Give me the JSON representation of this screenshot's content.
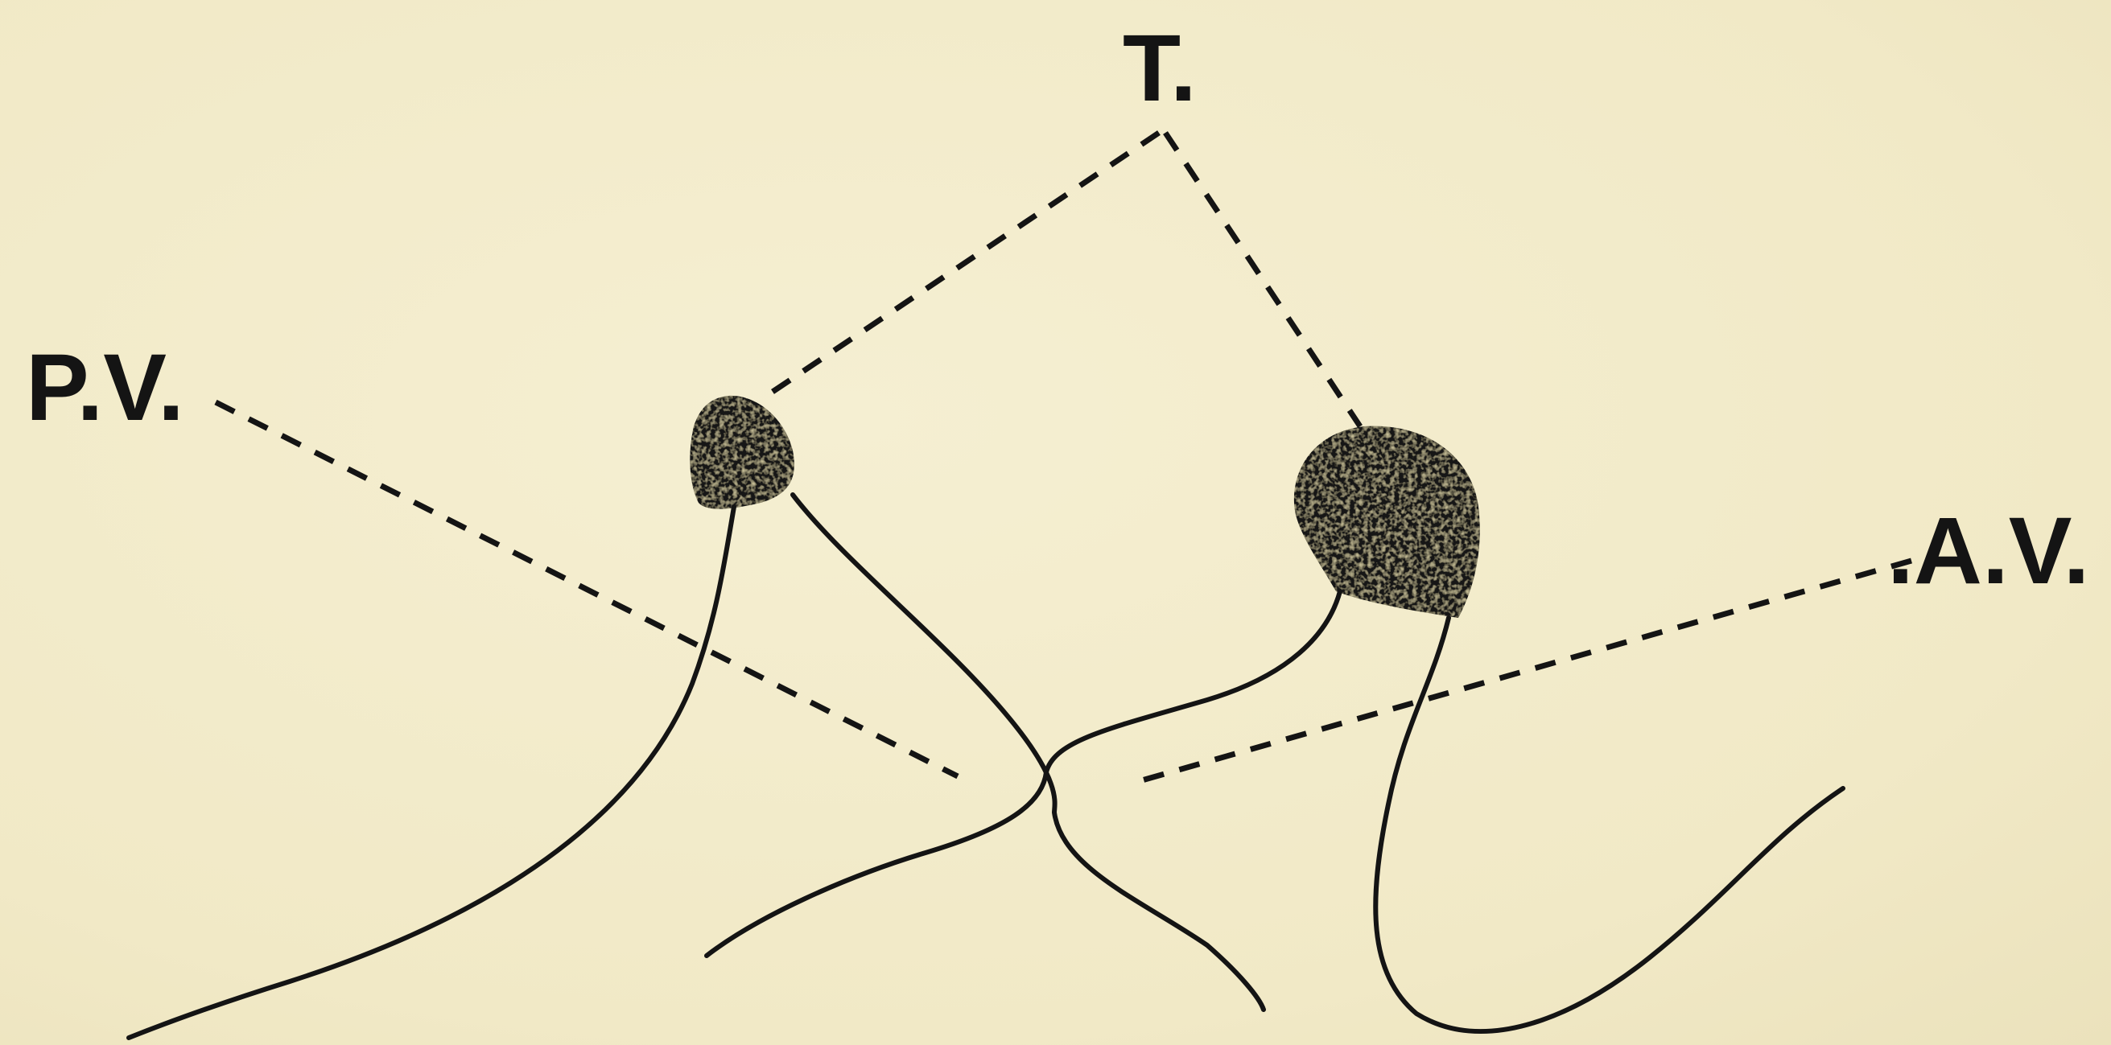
{
  "diagram": {
    "labels": {
      "t": "T.",
      "pv": "P.V.",
      "av": ".A.V."
    },
    "colors": {
      "background": "#f3eccb",
      "ink": "#141414"
    }
  }
}
